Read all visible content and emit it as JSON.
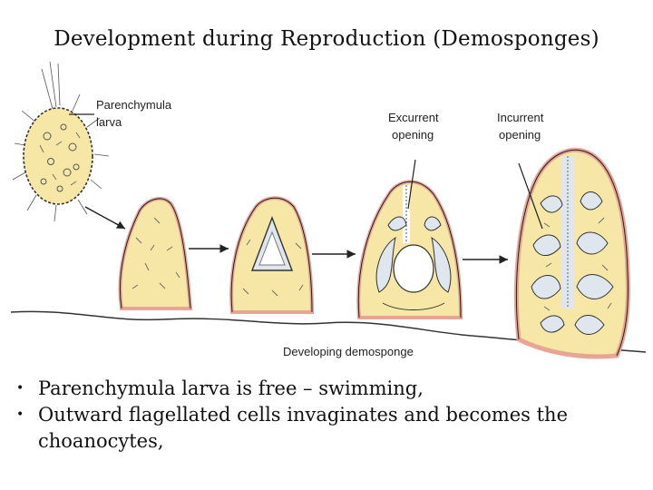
{
  "title": "Development during Reproduction (Demosponges)",
  "labels": {
    "larva": [
      "Parenchymula",
      "larva"
    ],
    "excurrent": [
      "Excurrent",
      "opening"
    ],
    "incurrent": [
      "Incurrent",
      "opening"
    ],
    "developing": "Developing demosponge"
  },
  "bullets": [
    "Parenchymula larva is free – swimming,",
    "Outward flagellated cells invaginates and becomes the choanocytes,"
  ],
  "colors": {
    "mesohyl": "#f6e7a6",
    "pinacoderm": "#e8a596",
    "choanocyte_chamber": "#dfe6ee",
    "outline": "#222222"
  }
}
